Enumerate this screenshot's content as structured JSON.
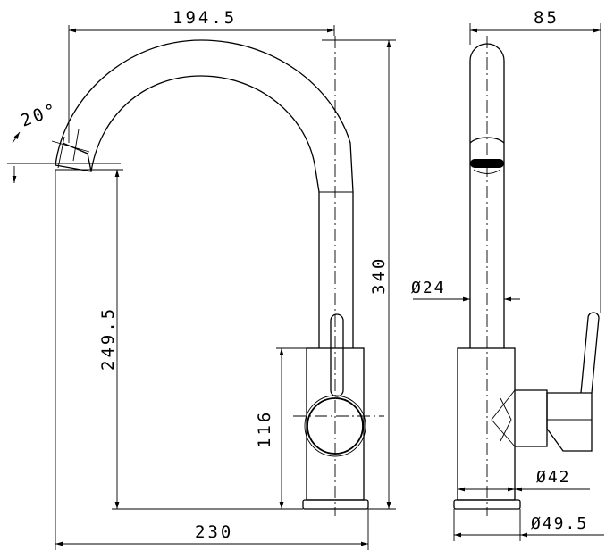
{
  "dimensions": {
    "spout_reach": "194.5",
    "side_depth": "85",
    "spout_angle": "20°",
    "total_height": "340",
    "spout_height": "249.5",
    "spout_diameter": "Ø24",
    "body_height": "116",
    "base_diameter": "Ø42",
    "footprint_width": "230",
    "flange_diameter": "Ø49.5"
  }
}
